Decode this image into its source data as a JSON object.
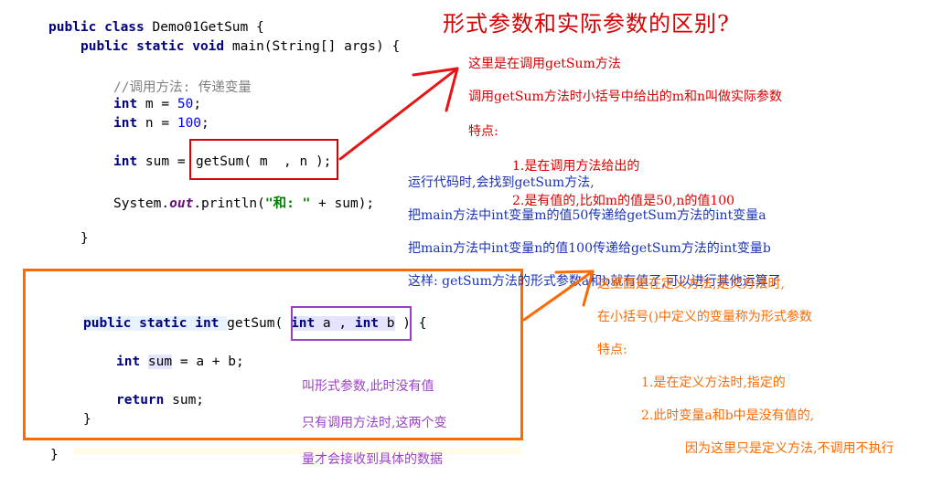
{
  "title": "形式参数和实际参数的区别?",
  "code_main": {
    "class_kw": "public class ",
    "class_name": "Demo01GetSum {",
    "main_sig_kw": "public static void ",
    "main_sig_rest": "main(String[] args) {",
    "comment": "//调用方法: 传递变量",
    "line_m_kw": "int ",
    "line_m_rest": "m = ",
    "line_m_val": "50",
    "line_n_kw": "int ",
    "line_n_rest": "n = ",
    "line_n_val": "100",
    "sum_kw": "int ",
    "sum_rest": "sum = ",
    "call_text": "getSum( m  , n );",
    "println_pre": "System.",
    "println_out": "out",
    "println_mid": ".println(",
    "println_str": "\"和: \"",
    "println_post": " + sum);",
    "close_brace": "}"
  },
  "code_method": {
    "sig_kw": "public static int ",
    "sig_name": "getSum(",
    "param_a_kw": "int",
    "param_a": " a , ",
    "param_b_kw": "int",
    "param_b": " b",
    "sig_end": " ) {",
    "body_kw": "int ",
    "body_var": "sum",
    "body_rest": " = a + b;",
    "return_kw": "return ",
    "return_rest": "sum;",
    "close_brace": "}",
    "class_close": "}"
  },
  "note_actual": {
    "line1": "这里是在调用getSum方法",
    "line2": "调用getSum方法时小括号中给出的m和n叫做实际参数",
    "line3": "特点:",
    "line4": "1.是在调用方法给出的",
    "line5": "2.是有值的,比如m的值是50,n的值100"
  },
  "note_run": {
    "line1": "运行代码时,会找到getSum方法,",
    "line2": "把main方法中int变量m的值50传递给getSum方法的int变量a",
    "line3": "把main方法中int变量n的值100传递给getSum方法的int变量b",
    "line4": "这样: getSum方法的形式参数a和b就有值了,可以进行其他运算了"
  },
  "note_formal": {
    "line1": "这里面是在定义方法,定义方法时,",
    "line2": "在小括号()中定义的变量称为形式参数",
    "line3": "特点:",
    "line4": "1.是在定义方法时,指定的",
    "line5": "2.此时变量a和b中是没有值的,",
    "line6": "因为这里只是定义方法,不调用不执行"
  },
  "note_param": {
    "line1": "叫形式参数,此时没有值",
    "line2": "只有调用方法时,这两个变",
    "line3": "量才会接收到具体的数据"
  },
  "colors": {
    "red": "#d80000",
    "orange": "#ff6a00",
    "purple": "#9d3fc6",
    "blue": "#1b33b4",
    "keyword": "#000080"
  }
}
